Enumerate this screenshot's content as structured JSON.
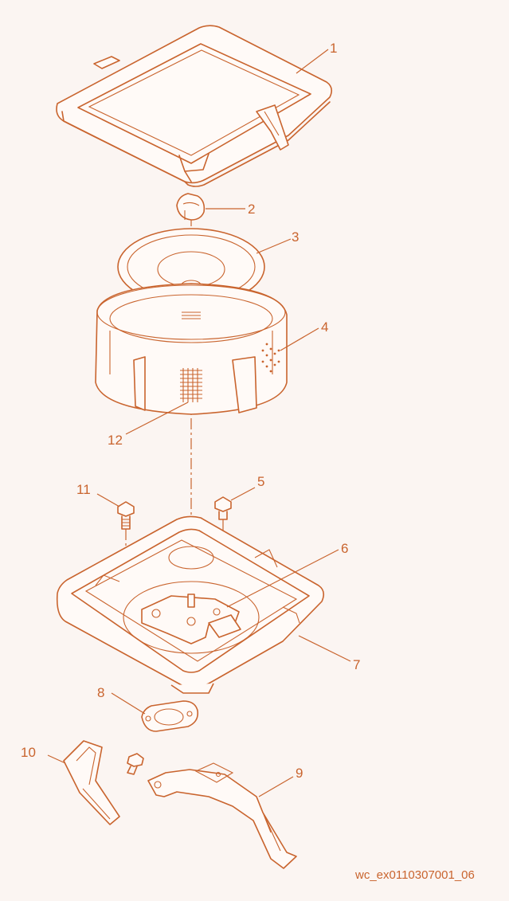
{
  "diagram": {
    "line_color": "#c9642e",
    "background": "#fbf5f2",
    "callouts": [
      {
        "id": "1",
        "text": "1"
      },
      {
        "id": "2",
        "text": "2"
      },
      {
        "id": "3",
        "text": "3"
      },
      {
        "id": "4",
        "text": "4"
      },
      {
        "id": "5",
        "text": "5"
      },
      {
        "id": "6",
        "text": "6"
      },
      {
        "id": "7",
        "text": "7"
      },
      {
        "id": "8",
        "text": "8"
      },
      {
        "id": "9",
        "text": "9"
      },
      {
        "id": "10",
        "text": "10"
      },
      {
        "id": "11",
        "text": "11"
      },
      {
        "id": "12",
        "text": "12"
      }
    ],
    "figure_code": "wc_ex0110307001_06"
  }
}
